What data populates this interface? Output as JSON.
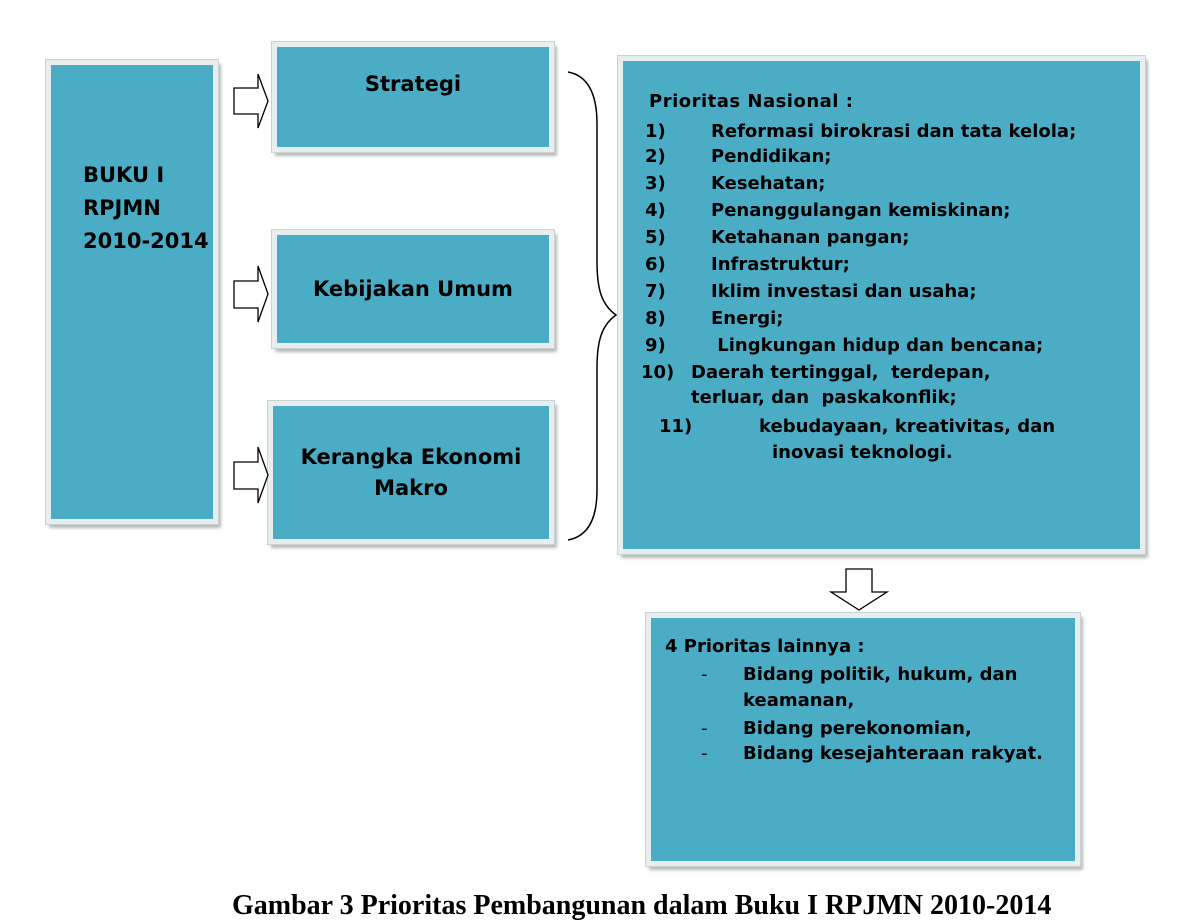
{
  "left_box": {
    "lines": [
      "BUKU I",
      "RPJMN",
      "2010-2014"
    ]
  },
  "middle_boxes": {
    "strategi": "Strategi",
    "kebijakan": "Kebijakan Umum",
    "kerangka_line1": "Kerangka Ekonomi",
    "kerangka_line2": "Makro"
  },
  "prioritas_nasional": {
    "title": "Prioritas  Nasional  :",
    "items": [
      {
        "num": "1)",
        "text": "Reformasi birokrasi dan tata kelola;"
      },
      {
        "num": "2)",
        "text": "Pendidikan;"
      },
      {
        "num": "3)",
        "text": "Kesehatan;"
      },
      {
        "num": "4)",
        "text": "Penanggulangan kemiskinan;"
      },
      {
        "num": "5)",
        "text": "Ketahanan pangan;"
      },
      {
        "num": "6)",
        "text": "Infrastruktur;"
      },
      {
        "num": "7)",
        "text": "Iklim investasi dan usaha;"
      },
      {
        "num": "8)",
        "text": "Energi;"
      },
      {
        "num": "9)",
        "text": " Lingkungan hidup dan bencana;"
      },
      {
        "num": "10)",
        "text": "Daerah tertinggal,  terdepan,"
      },
      {
        "num": "",
        "text": "terluar, dan  paskakonflik;"
      },
      {
        "num": "11)",
        "text": "kebudayaan, kreativitas, dan"
      },
      {
        "num": "",
        "text": "inovasi teknologi."
      }
    ]
  },
  "prioritas_lainnya": {
    "title": "4 Prioritas lainnya :",
    "items": [
      {
        "dash": "-",
        "text": "Bidang politik, hukum, dan"
      },
      {
        "dash": "",
        "text": "keamanan,"
      },
      {
        "dash": "-",
        "text": "Bidang  perekonomian,"
      },
      {
        "dash": "-",
        "text": "Bidang kesejahteraan rakyat."
      }
    ]
  },
  "caption": "Gambar 3 Prioritas Pembangunan dalam Buku I RPJMN 2010-2014",
  "colors": {
    "box_fill": "#4bacc6",
    "box_border": "#e8eef0"
  }
}
